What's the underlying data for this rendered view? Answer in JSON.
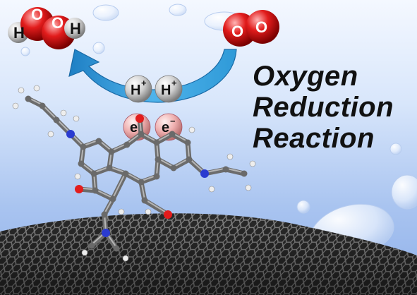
{
  "title_lines": [
    "Oxygen",
    "Reduction",
    "Reaction"
  ],
  "product": {
    "atoms": [
      "H",
      "O",
      "O",
      "H"
    ]
  },
  "reactant": {
    "atoms": [
      "O",
      "O"
    ]
  },
  "protons": [
    {
      "symbol": "H",
      "charge": "+"
    },
    {
      "symbol": "H",
      "charge": "+"
    }
  ],
  "electrons": [
    {
      "symbol": "e",
      "charge": "−"
    },
    {
      "symbol": "e",
      "charge": "−"
    }
  ],
  "colors": {
    "oxygen": "#e21c1c",
    "hydrogen": "#cfcfcf",
    "arrow": "#2f9ad8",
    "electron": "#efb0b0",
    "carbon": "#6a6a6a",
    "nitrogen": "#2a3bd0"
  }
}
